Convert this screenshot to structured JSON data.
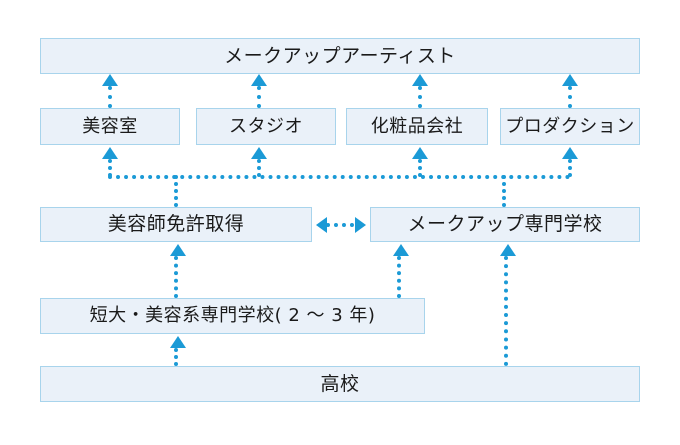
{
  "diagram": {
    "type": "flowchart",
    "title_text": "",
    "colors": {
      "node_fill": "#eaf1f9",
      "node_border": "#a8d4ec",
      "connector": "#1b9ad6",
      "text": "#1a1a1a",
      "background": "#ffffff"
    },
    "levels": [
      {
        "name": "career-goal",
        "nodes": [
          {
            "id": "makeup-artist",
            "label": "メークアップアーティスト"
          }
        ]
      },
      {
        "name": "workplaces",
        "nodes": [
          {
            "id": "beauty-salon",
            "label": "美容室"
          },
          {
            "id": "studio",
            "label": "スタジオ"
          },
          {
            "id": "cosmetics-company",
            "label": "化粧品会社"
          },
          {
            "id": "production",
            "label": "プロダクション"
          }
        ]
      },
      {
        "name": "qualifications",
        "nodes": [
          {
            "id": "beautician-license",
            "label": "美容師免許取得"
          },
          {
            "id": "makeup-vocational-school",
            "label": "メークアップ専門学校"
          }
        ]
      },
      {
        "name": "higher-education",
        "nodes": [
          {
            "id": "junior-college",
            "label": "短大・美容系専門学校( 2 〜 3 年)"
          }
        ]
      },
      {
        "name": "secondary-education",
        "nodes": [
          {
            "id": "high-school",
            "label": "高校"
          }
        ]
      }
    ],
    "connections": [
      {
        "from": "beauty-salon",
        "to": "makeup-artist",
        "style": "dotted-arrow-up"
      },
      {
        "from": "studio",
        "to": "makeup-artist",
        "style": "dotted-arrow-up"
      },
      {
        "from": "cosmetics-company",
        "to": "makeup-artist",
        "style": "dotted-arrow-up"
      },
      {
        "from": "production",
        "to": "makeup-artist",
        "style": "dotted-arrow-up"
      },
      {
        "from": "beautician-license",
        "to": "workplaces-bus",
        "style": "dotted"
      },
      {
        "from": "makeup-vocational-school",
        "to": "workplaces-bus",
        "style": "dotted"
      },
      {
        "from": "beautician-license",
        "to": "makeup-vocational-school",
        "style": "dotted-arrow-bidirectional"
      },
      {
        "from": "junior-college",
        "to": "beautician-license",
        "style": "dotted-arrow-up"
      },
      {
        "from": "junior-college",
        "to": "makeup-vocational-school",
        "style": "dotted-arrow-up"
      },
      {
        "from": "high-school",
        "to": "junior-college",
        "style": "dotted-arrow-up"
      },
      {
        "from": "high-school",
        "to": "makeup-vocational-school",
        "style": "dotted-arrow-up"
      }
    ]
  }
}
